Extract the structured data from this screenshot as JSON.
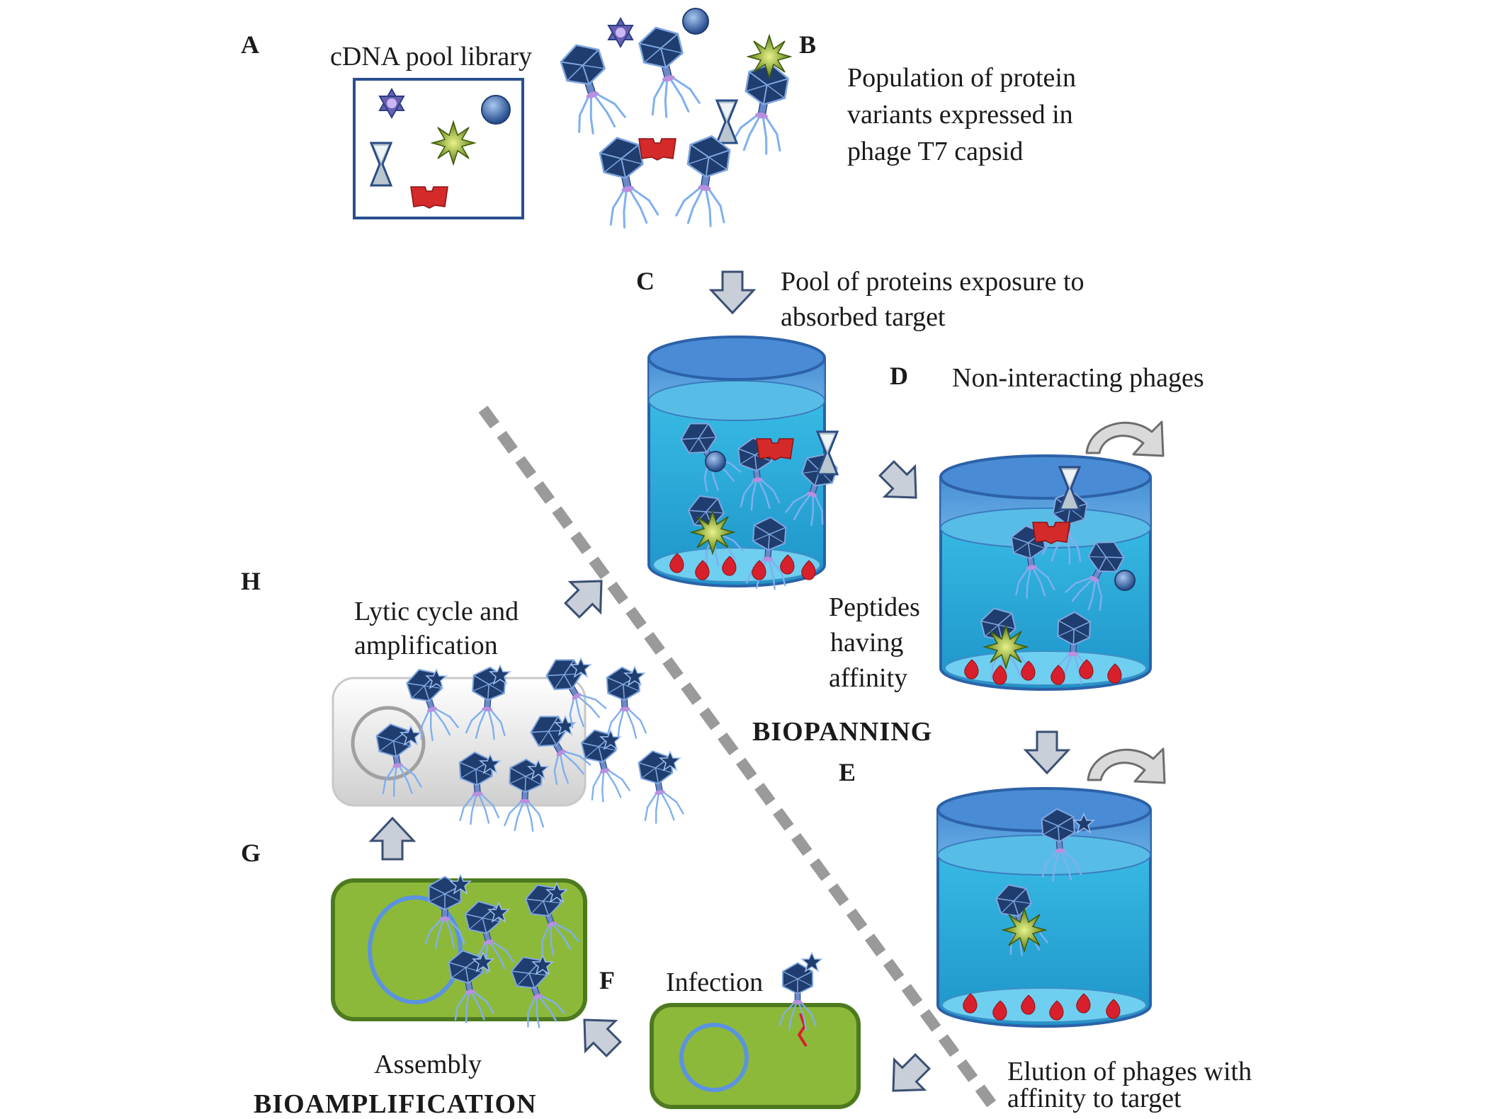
{
  "labels": {
    "A": "A",
    "B": "B",
    "C": "C",
    "D": "D",
    "E": "E",
    "F": "F",
    "G": "G",
    "H": "H"
  },
  "captions": {
    "cdna_library": "cDNA pool library",
    "population_l1": "Population of protein",
    "population_l2": "variants expressed in",
    "population_l3": "phage T7 capsid",
    "exposure_l1": "Pool of proteins exposure to",
    "exposure_l2": "absorbed target",
    "non_interacting": "Non-interacting phages",
    "peptides_l1": "Peptides",
    "peptides_l2": "having",
    "peptides_l3": "affinity",
    "lytic_l1": "Lytic cycle and",
    "lytic_l2": "amplification",
    "infection": "Infection",
    "assembly": "Assembly",
    "elution_l1": "Elution of phages with",
    "elution_l2": "affinity to target"
  },
  "sections": {
    "biopanning": "BIOPANNING",
    "bioamplification": "BIOAMPLIFICATION"
  },
  "colors": {
    "phage_head": "#1f3d6e",
    "phage_tail": "#5b8fd6",
    "cylinder_fill": "#34b5e0",
    "cylinder_rim": "#3c6fb8",
    "target": "#d8202c",
    "cell_fill": "#8db93a",
    "cell_border": "#4e7a1f",
    "arrow_fill": "#c9cfd8",
    "arrow_stroke": "#3a4f73",
    "divider": "#a8a8a8"
  }
}
